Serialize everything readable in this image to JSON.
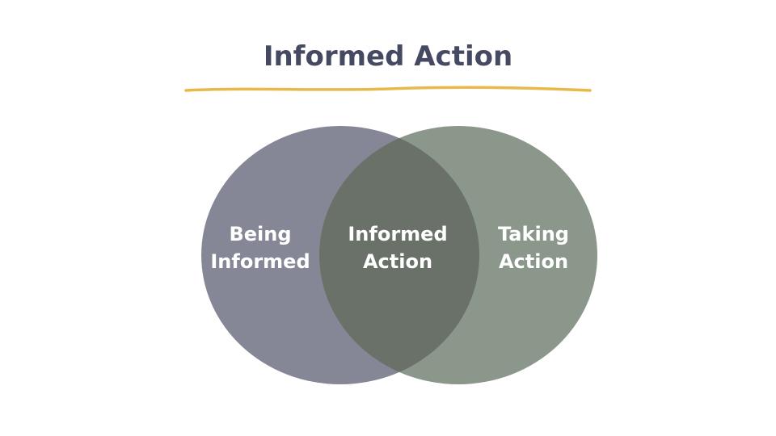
{
  "title": "Informed Action",
  "colors": {
    "title": "#454a62",
    "underline": "#e8b84a",
    "left_circle": "#858797",
    "right_circle": "#8b978a",
    "overlap": "#697169",
    "label_text": "#ffffff"
  },
  "venn": {
    "left": {
      "line1": "Being",
      "line2": "Informed"
    },
    "overlap": {
      "line1": "Informed",
      "line2": "Action"
    },
    "right": {
      "line1": "Taking",
      "line2": "Action"
    }
  }
}
